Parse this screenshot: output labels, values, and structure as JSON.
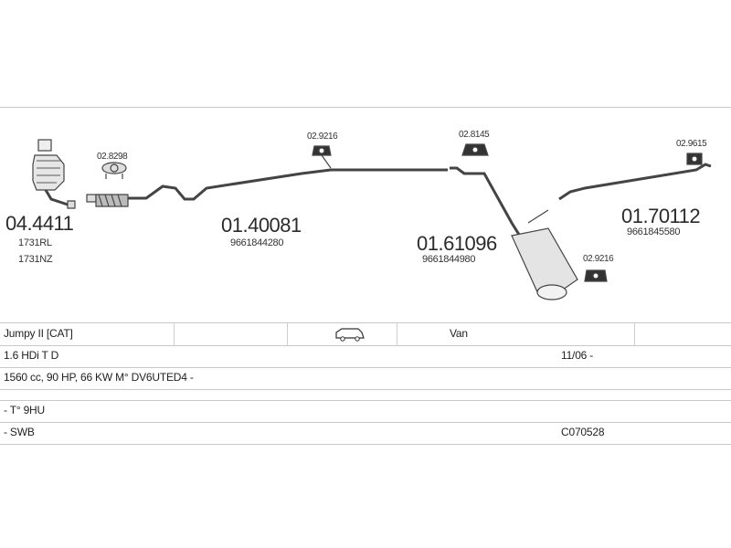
{
  "parts": [
    {
      "number": "04.4411",
      "refs": [
        "1731RL",
        "1731NZ"
      ]
    },
    {
      "number": "01.40081",
      "refs": [
        "9661844280"
      ]
    },
    {
      "number": "01.61096",
      "refs": [
        "9661844980"
      ]
    },
    {
      "number": "01.70112",
      "refs": [
        "9661845580"
      ]
    }
  ],
  "clips": [
    "02.8298",
    "02.9216",
    "02.8145",
    "02.9615",
    "02.9216"
  ],
  "table": {
    "row1": {
      "model": "Jumpy II  [CAT]",
      "body": "Van"
    },
    "row2": {
      "engine": "1.6 HDi T D",
      "date": "11/06 -"
    },
    "row3": {
      "spec": "1560 cc, 90 HP, 66 KW M° DV6UTED4 -"
    },
    "row4": {
      "type": "- T° 9HU"
    },
    "row5": {
      "wheelbase": "- SWB",
      "code": "C070528"
    }
  }
}
